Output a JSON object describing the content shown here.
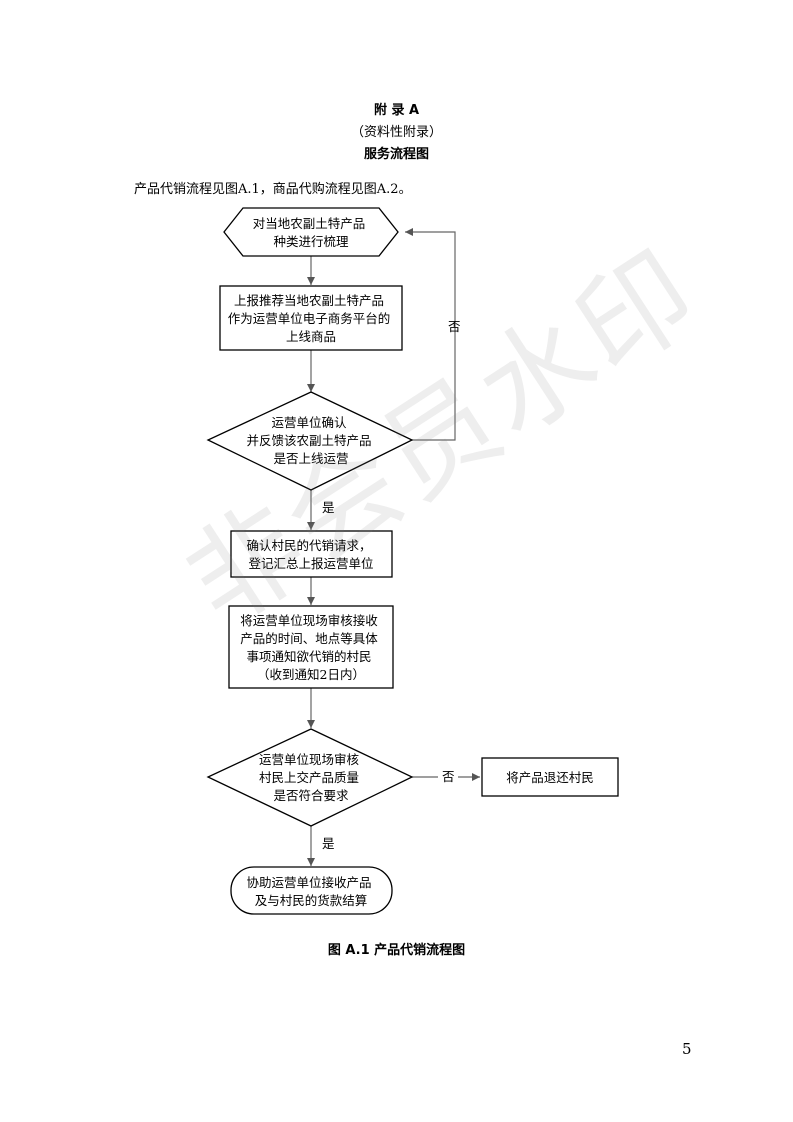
{
  "header": {
    "appendix_title": "附 录 A",
    "appendix_note": "（资料性附录）",
    "section_title": "服务流程图"
  },
  "intro_text": "产品代销流程见图A.1，商品代购流程见图A.2。",
  "flowchart": {
    "start_node": [
      "对当地农副土特产品",
      "种类进行梳理"
    ],
    "report_box": [
      "上报推荐当地农副土特产品",
      "作为运营单位电子商务平台的",
      "上线商品"
    ],
    "decision_confirm": [
      "运营单位确认",
      "并反馈该农副土特产品",
      "是否上线运营"
    ],
    "confirm_box": [
      "确认村民的代销请求，",
      "登记汇总上报运营单位"
    ],
    "notify_box": [
      "将运营单位现场审核接收",
      "产品的时间、地点等具体",
      "事项通知欲代销的村民",
      "（收到通知2日内）"
    ],
    "decision_quality": [
      "运营单位现场审核",
      "村民上交产品质量",
      "是否符合要求"
    ],
    "return_box": "将产品退还村民",
    "end_node": [
      "协助运营单位接收产品",
      "及与村民的货款结算"
    ],
    "label_no": "否",
    "label_yes": "是"
  },
  "figure_caption": "图 A.1   产品代销流程图",
  "page_number": "5",
  "watermark": "非会员水印"
}
